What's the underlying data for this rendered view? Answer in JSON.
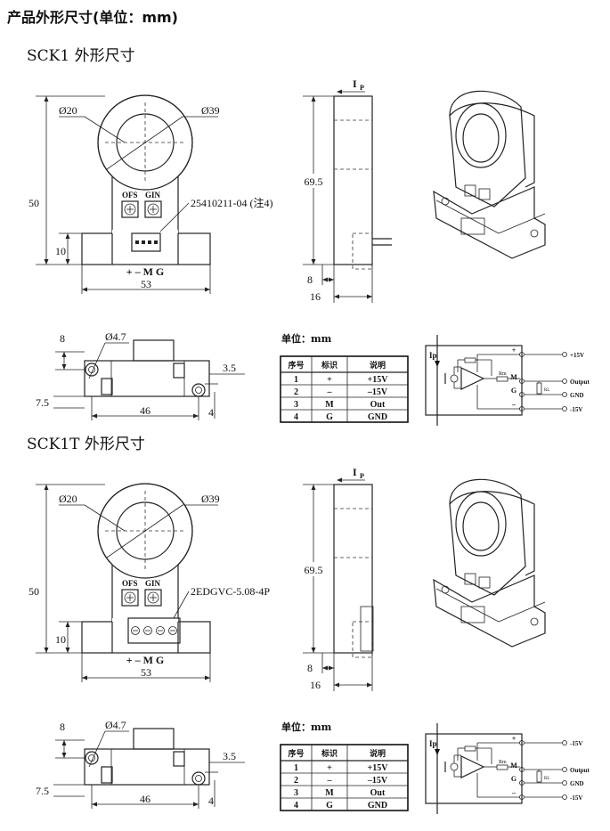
{
  "page_title": "产品外形尺寸(单位：mm)",
  "sections": [
    {
      "title": "SCK1 外形尺寸",
      "front": {
        "inner_dia": "Ø20",
        "outer_dia": "Ø39",
        "pot_labels": [
          "OFS",
          "GIN"
        ],
        "connector_label": "25410211-04 (注4)",
        "pin_labels": "+ – M G",
        "width": "53",
        "height": "50",
        "base": "10"
      },
      "side": {
        "current": "I",
        "current_sub": "P",
        "height": "69.5",
        "dim_a": "8",
        "dim_b": "16"
      },
      "bottom": {
        "dim_top": "8",
        "hole": "Ø4.7",
        "dim_right": "3.5",
        "dim_left": "7.5",
        "width": "46",
        "dim_small": "4"
      },
      "unit_label": "单位：mm",
      "table": {
        "headers": [
          "序号",
          "标识",
          "说明"
        ],
        "rows": [
          [
            "1",
            "+",
            "+15V"
          ],
          [
            "2",
            "–",
            "–15V"
          ],
          [
            "3",
            "M",
            "Out"
          ],
          [
            "4",
            "G",
            "GND"
          ]
        ]
      },
      "schematic": {
        "ip": "Ip",
        "pins": [
          "+",
          "M",
          "G",
          "–"
        ],
        "outputs": [
          "+15V",
          "Output",
          "GND",
          "-15V"
        ],
        "rm": "Rm",
        "rl": "RL"
      }
    },
    {
      "title": "SCK1T 外形尺寸",
      "front": {
        "inner_dia": "Ø20",
        "outer_dia": "Ø39",
        "pot_labels": [
          "OFS",
          "GIN"
        ],
        "connector_label": "2EDGVC-5.08-4P",
        "pin_labels": "+ – M G",
        "width": "53",
        "height": "50",
        "base": "10"
      },
      "side": {
        "current": "I",
        "current_sub": "P",
        "height": "69.5",
        "dim_a": "8",
        "dim_b": "16"
      },
      "bottom": {
        "dim_top": "8",
        "hole": "Ø4.7",
        "dim_right": "3.5",
        "dim_left": "7.5",
        "width": "46",
        "dim_small": "4"
      },
      "unit_label": "单位：mm",
      "table": {
        "headers": [
          "序号",
          "标识",
          "说明"
        ],
        "rows": [
          [
            "1",
            "+",
            "+15V"
          ],
          [
            "2",
            "–",
            "–15V"
          ],
          [
            "3",
            "M",
            "Out"
          ],
          [
            "4",
            "G",
            "GND"
          ]
        ]
      },
      "schematic": {
        "ip": "Ip",
        "pins": [
          "+",
          "M",
          "G",
          "–"
        ],
        "outputs": [
          "-15V",
          "Output",
          "GND",
          "-15V"
        ],
        "rm": "Rm",
        "rl": "RL"
      }
    }
  ]
}
